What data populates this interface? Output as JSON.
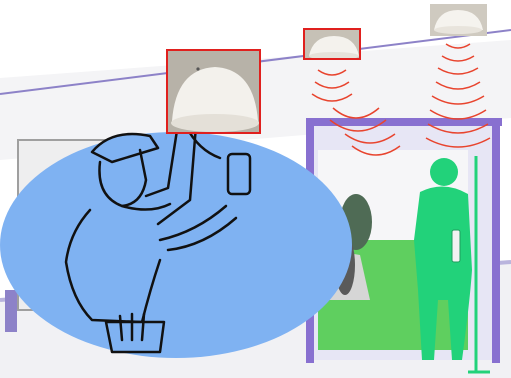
{
  "scene": {
    "description_icons": [
      "ceiling-sensor-icon",
      "technician-icon",
      "patient-with-iv-icon",
      "wireless-signal-icon"
    ]
  },
  "colors": {
    "oval_fill": "#7fb2f2",
    "patient_green": "#22d27a",
    "signal_red": "#e8442e",
    "frame_purple": "#8870d0",
    "ceiling_line": "#8d82c8",
    "grass": "#5fcf5f",
    "outline": "#111111",
    "highlight_border": "#e0201e"
  },
  "insets": [
    {
      "id": "large",
      "highlighted": true
    },
    {
      "id": "mid",
      "highlighted": true
    },
    {
      "id": "small",
      "highlighted": false
    }
  ]
}
